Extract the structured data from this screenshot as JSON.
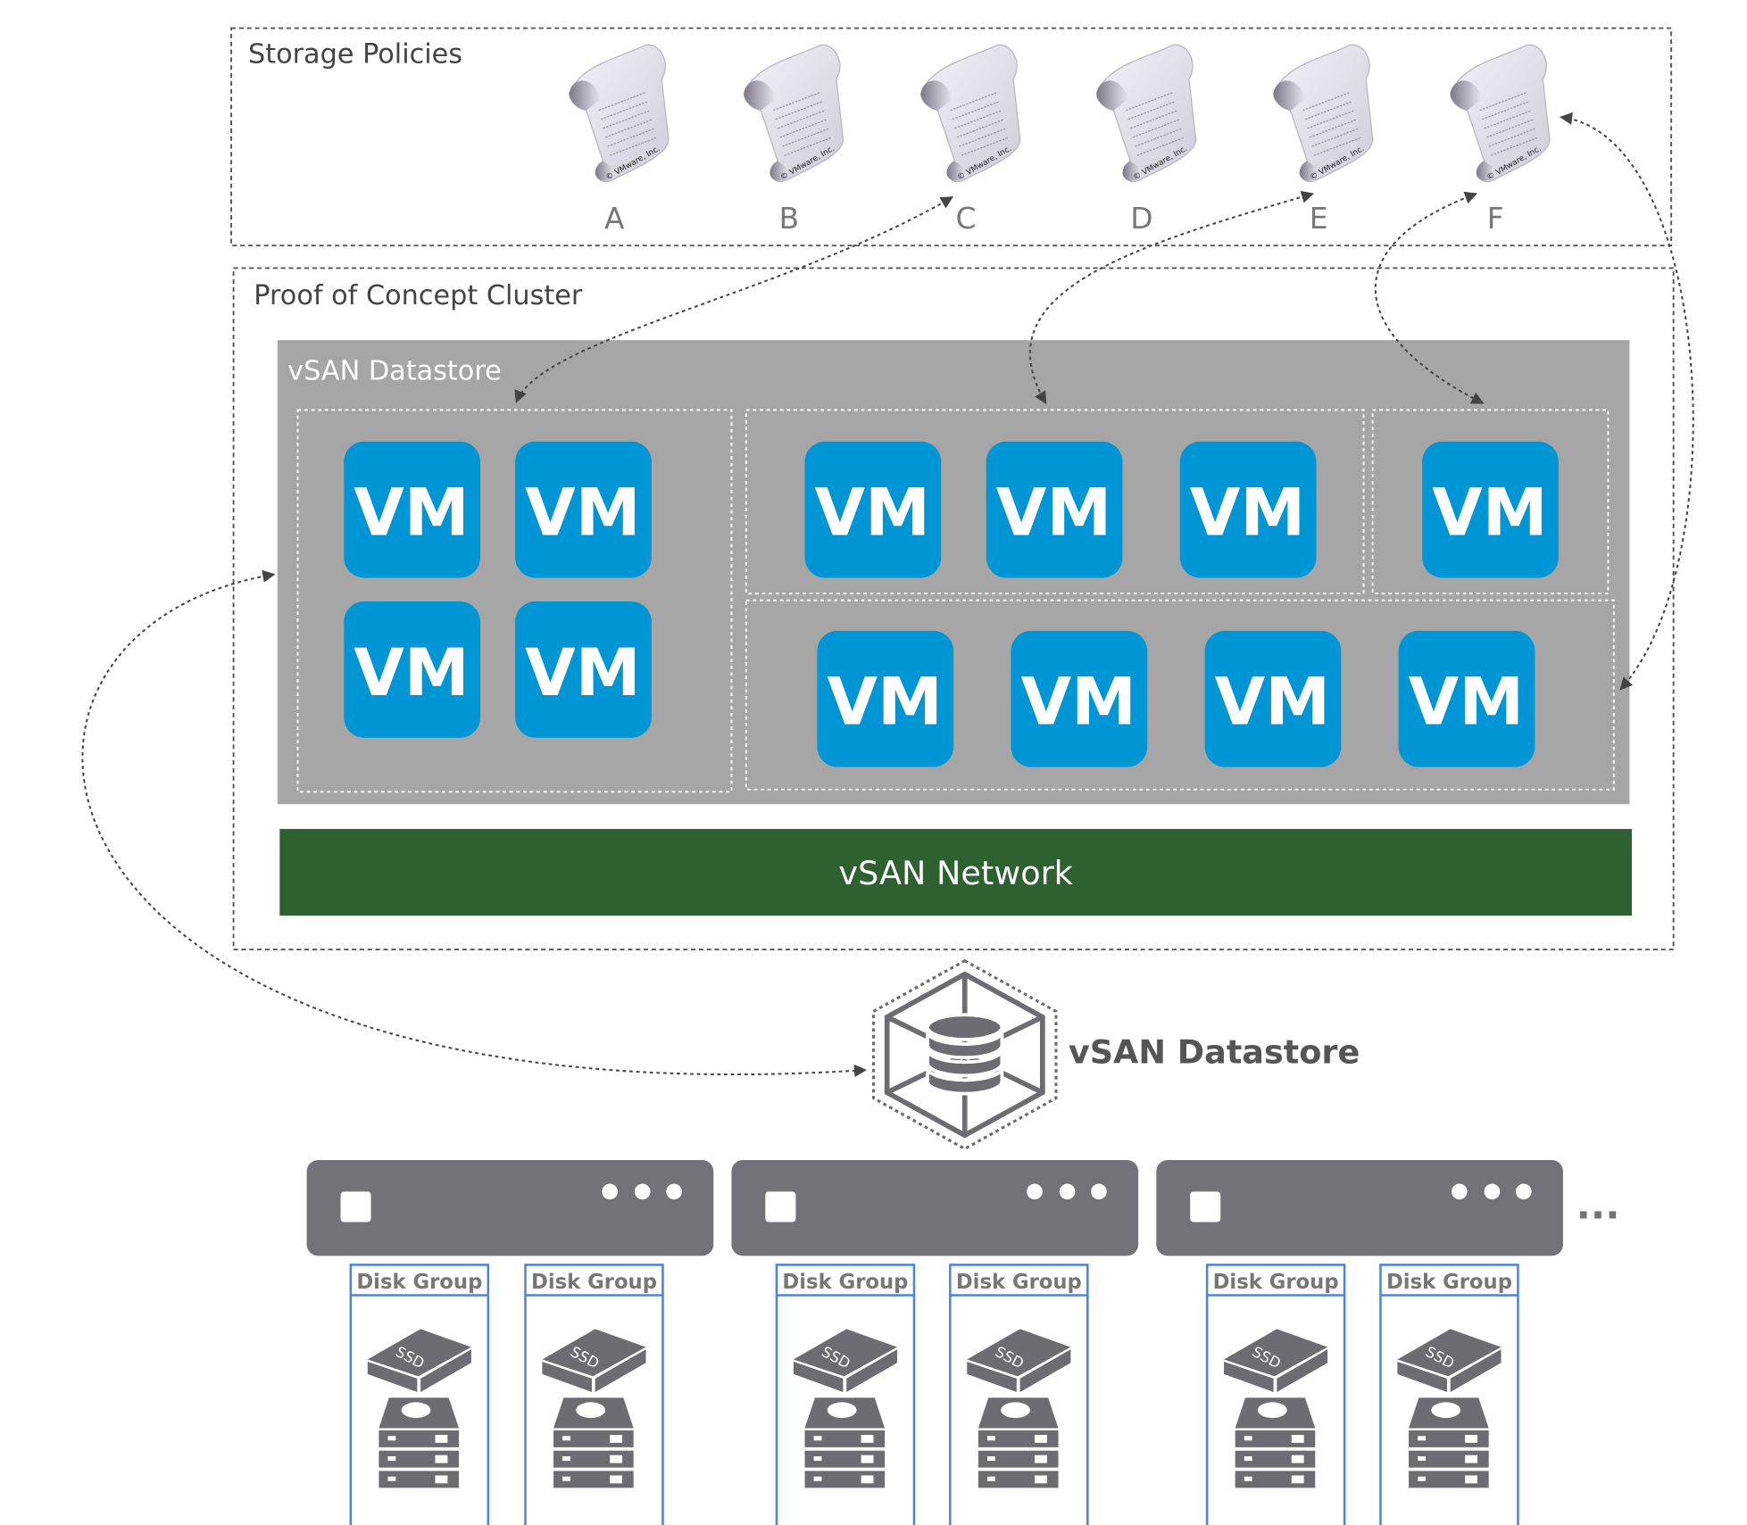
{
  "storage_policies": {
    "title": "Storage Policies",
    "policies": [
      "A",
      "B",
      "C",
      "D",
      "E",
      "F"
    ],
    "scroll_caption": "© VMware, Inc."
  },
  "cluster": {
    "title": "Proof of Concept Cluster",
    "datastore_label": "vSAN Datastore",
    "vm_label": "VM",
    "groups": [
      {
        "policy": "C",
        "vm_count": 4
      },
      {
        "policy": "E",
        "vm_count": 3
      },
      {
        "policy": "F",
        "vm_count": 1
      },
      {
        "policy": "F",
        "vm_count": 4
      }
    ],
    "network_label": "vSAN Network"
  },
  "datastore": {
    "label": "vSAN Datastore",
    "icon": "database-hexagon-icon"
  },
  "hosts": {
    "count": 3,
    "more_indicator": "...",
    "disk_group_label": "Disk Group",
    "ssd_label": "SSD",
    "disk_groups_per_host": 2
  },
  "colors": {
    "vm": "#0095d5",
    "datastore_bg": "#a6a6a6",
    "network": "#2e6130",
    "host": "#737278",
    "disk_group_border": "#4a86d8",
    "icon_gray": "#6d6c72"
  }
}
